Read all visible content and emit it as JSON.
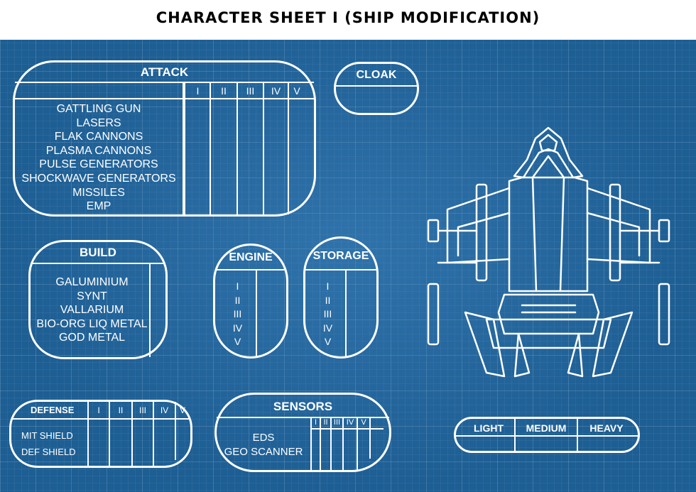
{
  "title": "CHARACTER SHEET I (SHIP MODIFICATION)",
  "levels": [
    "I",
    "II",
    "III",
    "IV",
    "V"
  ],
  "attack": {
    "title": "ATTACK",
    "items": [
      "GATTLING GUN",
      "LASERS",
      "FLAK CANNONS",
      "PLASMA CANNONS",
      "PULSE GENERATORS",
      "SHOCKWAVE GENERATORS",
      "MISSILES",
      "EMP"
    ]
  },
  "cloak": {
    "title": "CLOAK"
  },
  "build": {
    "title": "BUILD",
    "items": [
      "GALUMINIUM",
      "SYNT",
      "VALLARIUM",
      "BIO-ORG LIQ METAL",
      "GOD METAL"
    ]
  },
  "engine": {
    "title": "ENGINE"
  },
  "storage": {
    "title": "STORAGE"
  },
  "defense": {
    "title": "DEFENSE",
    "items": [
      "MIT SHIELD",
      "DEF SHIELD"
    ]
  },
  "sensors": {
    "title": "SENSORS",
    "items": [
      "EDS",
      "GEO SCANNER"
    ]
  },
  "ship_class": {
    "options": [
      "LIGHT",
      "MEDIUM",
      "HEAVY"
    ]
  }
}
